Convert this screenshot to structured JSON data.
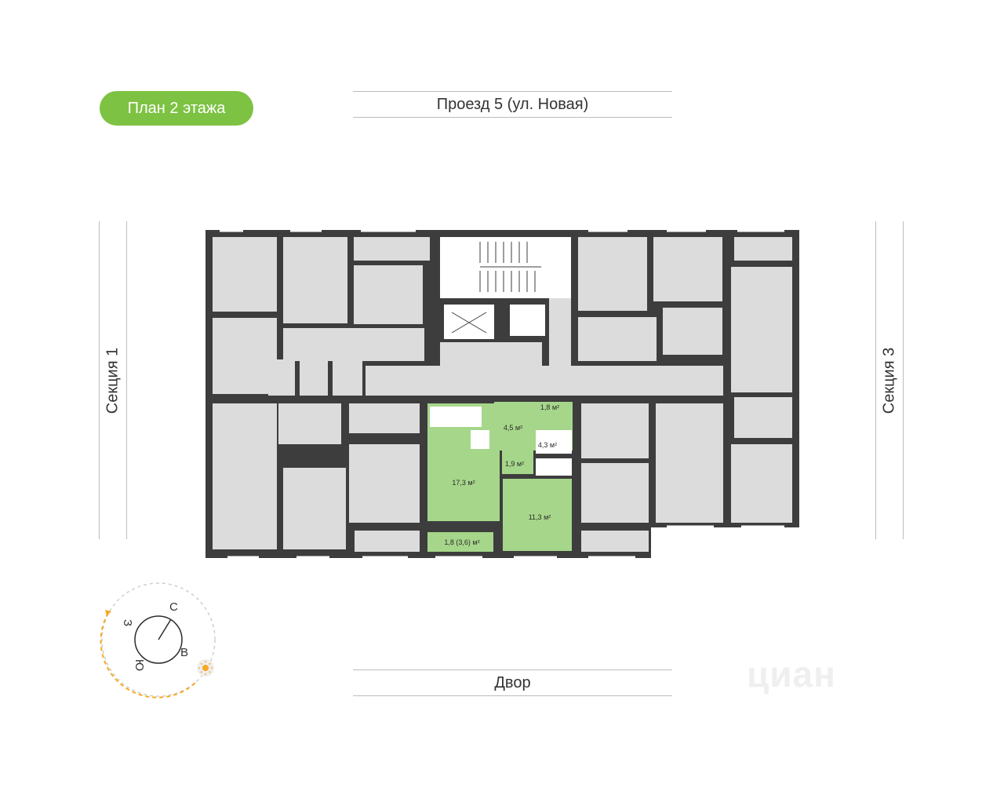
{
  "floor_badge": {
    "label": "План 2 этажа",
    "color": "#7dc242"
  },
  "top_street": {
    "label": "Проезд 5 (ул. Новая)"
  },
  "bottom_street": {
    "label": "Двор"
  },
  "left_section": {
    "label": "Секция 1"
  },
  "right_section": {
    "label": "Секция 3"
  },
  "colors": {
    "room_fill": "#dcdcdc",
    "wall": "#3d3d3d",
    "highlight": "#a6d68a",
    "accent": "#f7a823"
  },
  "highlighted_apartment": {
    "rooms": [
      {
        "area": "17,3 м²"
      },
      {
        "area": "1,8 (3,6) м²"
      },
      {
        "area": "4,5 м²"
      },
      {
        "area": "1,8 м²"
      },
      {
        "area": "4,3 м²"
      },
      {
        "area": "1,9 м²"
      },
      {
        "area": "11,3 м²"
      }
    ]
  },
  "compass": {
    "north": "С",
    "east": "В",
    "south": "Ю",
    "west": "З",
    "sun_icon": "sun-icon"
  },
  "watermark": {
    "text": "циан"
  }
}
